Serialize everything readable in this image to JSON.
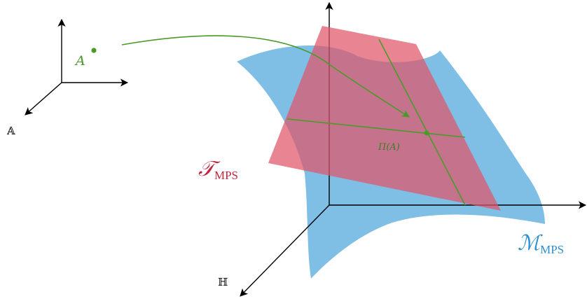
{
  "point_label": "A",
  "small_axis_label": "𝔸",
  "main_axis_label": "ℍ",
  "tangent_label": {
    "main": "𝒯",
    "sub": "MPS"
  },
  "manifold_label": {
    "main": "ℳ",
    "sub": "MPS"
  },
  "projection_label": "Π(A)",
  "colors": {
    "manifold": "#7fbfe6",
    "tangent": "#e0566a",
    "tangent_label": "#c0283f",
    "manifold_label": "#2b8fd0",
    "green": "#4a9a2a",
    "axes": "#000000"
  }
}
